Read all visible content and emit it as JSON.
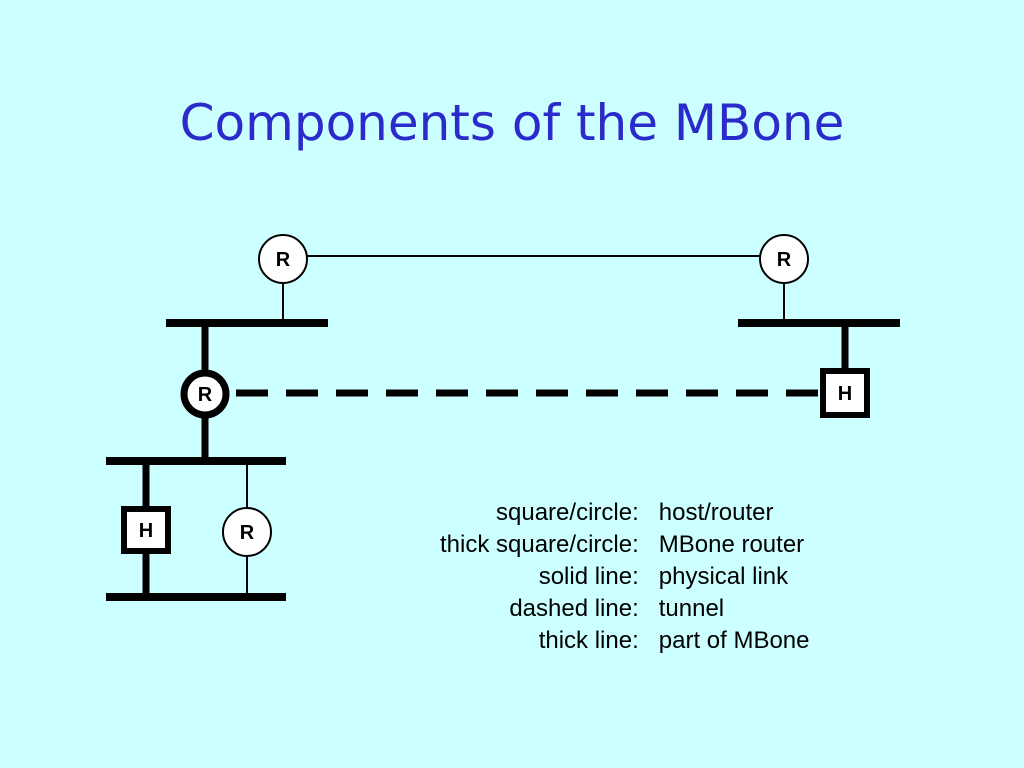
{
  "slide": {
    "title": "Components of the MBone"
  },
  "diagram": {
    "nodes": {
      "router_top_left": "R",
      "router_top_right": "R",
      "mbone_router": "R",
      "mbone_host": "H",
      "host_bottom": "H",
      "router_bottom": "R"
    },
    "colors": {
      "background": "#ccffff",
      "title": "#2b2bcc",
      "stroke": "#000000"
    }
  },
  "legend": {
    "rows": [
      {
        "term": "square/circle:",
        "desc": "host/router"
      },
      {
        "term": "thick square/circle:",
        "desc": "MBone router"
      },
      {
        "term": "solid line:",
        "desc": "physical link"
      },
      {
        "term": "dashed line:",
        "desc": "tunnel"
      },
      {
        "term": "thick line:",
        "desc": "part of MBone"
      }
    ]
  }
}
